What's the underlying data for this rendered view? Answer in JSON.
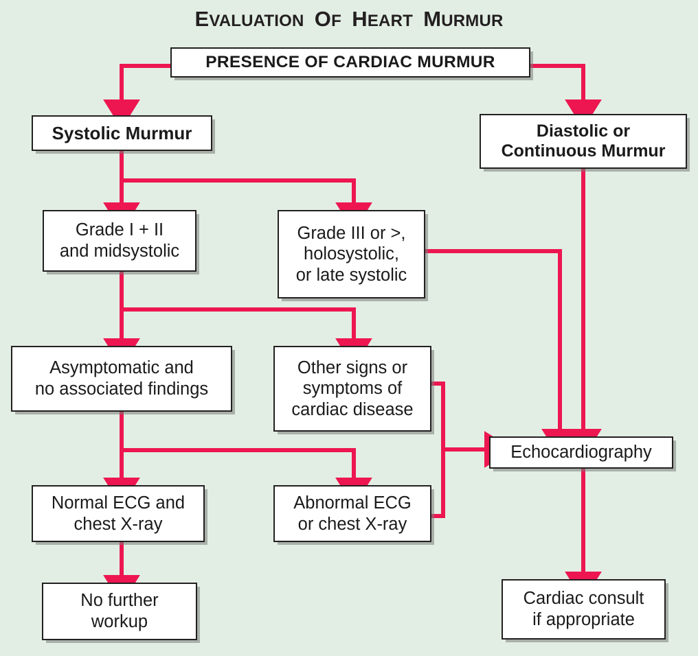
{
  "title": "Evaluation of Heart Murmur",
  "colors": {
    "background": "#e2eee4",
    "connector": "#ed1651",
    "box_border": "#231f20",
    "box_fill": "#ffffff",
    "text": "#1a1a1a"
  },
  "chart_data": {
    "type": "diagram",
    "title": "Evaluation of Heart Murmur",
    "nodes": [
      {
        "id": "presence",
        "label": "PRESENCE OF CARDIAC MURMUR",
        "emphasis": "bold"
      },
      {
        "id": "systolic",
        "label": "Systolic Murmur",
        "emphasis": "bold"
      },
      {
        "id": "diastolic",
        "label": "Diastolic or\nContinuous Murmur",
        "emphasis": "bold"
      },
      {
        "id": "grade12",
        "label": "Grade I + II\nand midsystolic",
        "emphasis": "normal"
      },
      {
        "id": "grade3",
        "label": "Grade III or >,\nholosystolic,\nor late systolic",
        "emphasis": "normal"
      },
      {
        "id": "asympt",
        "label": "Asymptomatic and\nno associated findings",
        "emphasis": "normal"
      },
      {
        "id": "othersigns",
        "label": "Other signs or\nsymptoms of\ncardiac disease",
        "emphasis": "normal"
      },
      {
        "id": "normalecg",
        "label": "Normal ECG and\nchest X-ray",
        "emphasis": "normal"
      },
      {
        "id": "abnormalecg",
        "label": "Abnormal ECG\nor chest X-ray",
        "emphasis": "normal"
      },
      {
        "id": "nofurther",
        "label": "No further\nworkup",
        "emphasis": "normal"
      },
      {
        "id": "echo",
        "label": "Echocardiography",
        "emphasis": "normal"
      },
      {
        "id": "consult",
        "label": "Cardiac consult\nif appropriate",
        "emphasis": "normal"
      }
    ],
    "edges": [
      {
        "from": "presence",
        "to": "systolic"
      },
      {
        "from": "presence",
        "to": "diastolic"
      },
      {
        "from": "systolic",
        "to": "grade12"
      },
      {
        "from": "systolic",
        "to": "grade3"
      },
      {
        "from": "grade12",
        "to": "asympt"
      },
      {
        "from": "grade12",
        "to": "othersigns"
      },
      {
        "from": "grade3",
        "to": "echo"
      },
      {
        "from": "diastolic",
        "to": "echo"
      },
      {
        "from": "asympt",
        "to": "normalecg"
      },
      {
        "from": "asympt",
        "to": "abnormalecg"
      },
      {
        "from": "othersigns",
        "to": "echo"
      },
      {
        "from": "abnormalecg",
        "to": "echo"
      },
      {
        "from": "normalecg",
        "to": "nofurther"
      },
      {
        "from": "echo",
        "to": "consult"
      }
    ]
  },
  "nodes": {
    "presence": "PRESENCE OF CARDIAC MURMUR",
    "systolic": "Systolic Murmur",
    "diastolic": "Diastolic or\nContinuous Murmur",
    "grade12": "Grade I + II\nand midsystolic",
    "grade3": "Grade III or >,\nholosystolic,\nor late systolic",
    "asympt": "Asymptomatic and\nno associated findings",
    "othersigns": "Other signs or\nsymptoms of\ncardiac disease",
    "normalecg": "Normal ECG and\nchest X-ray",
    "abnormalecg": "Abnormal ECG\nor chest X-ray",
    "nofurther": "No further\nworkup",
    "echo": "Echocardiography",
    "consult": "Cardiac consult\nif appropriate"
  }
}
